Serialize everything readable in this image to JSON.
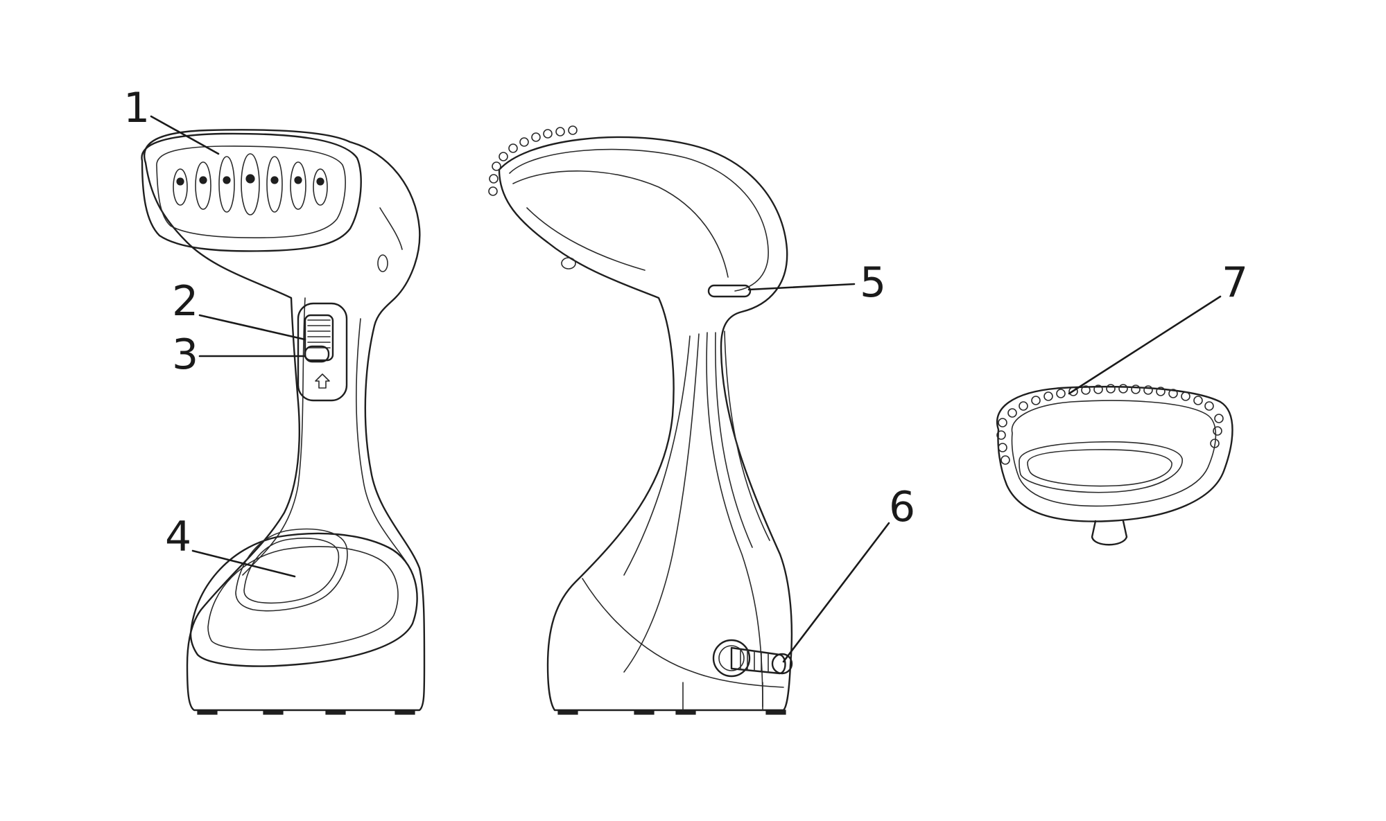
{
  "callouts": [
    {
      "id": "1",
      "label": "1"
    },
    {
      "id": "2",
      "label": "2"
    },
    {
      "id": "3",
      "label": "3"
    },
    {
      "id": "4",
      "label": "4"
    },
    {
      "id": "5",
      "label": "5"
    },
    {
      "id": "6",
      "label": "6"
    },
    {
      "id": "7",
      "label": "7"
    }
  ],
  "colors": {
    "line": "#1f1f1f",
    "background": "#ffffff"
  }
}
